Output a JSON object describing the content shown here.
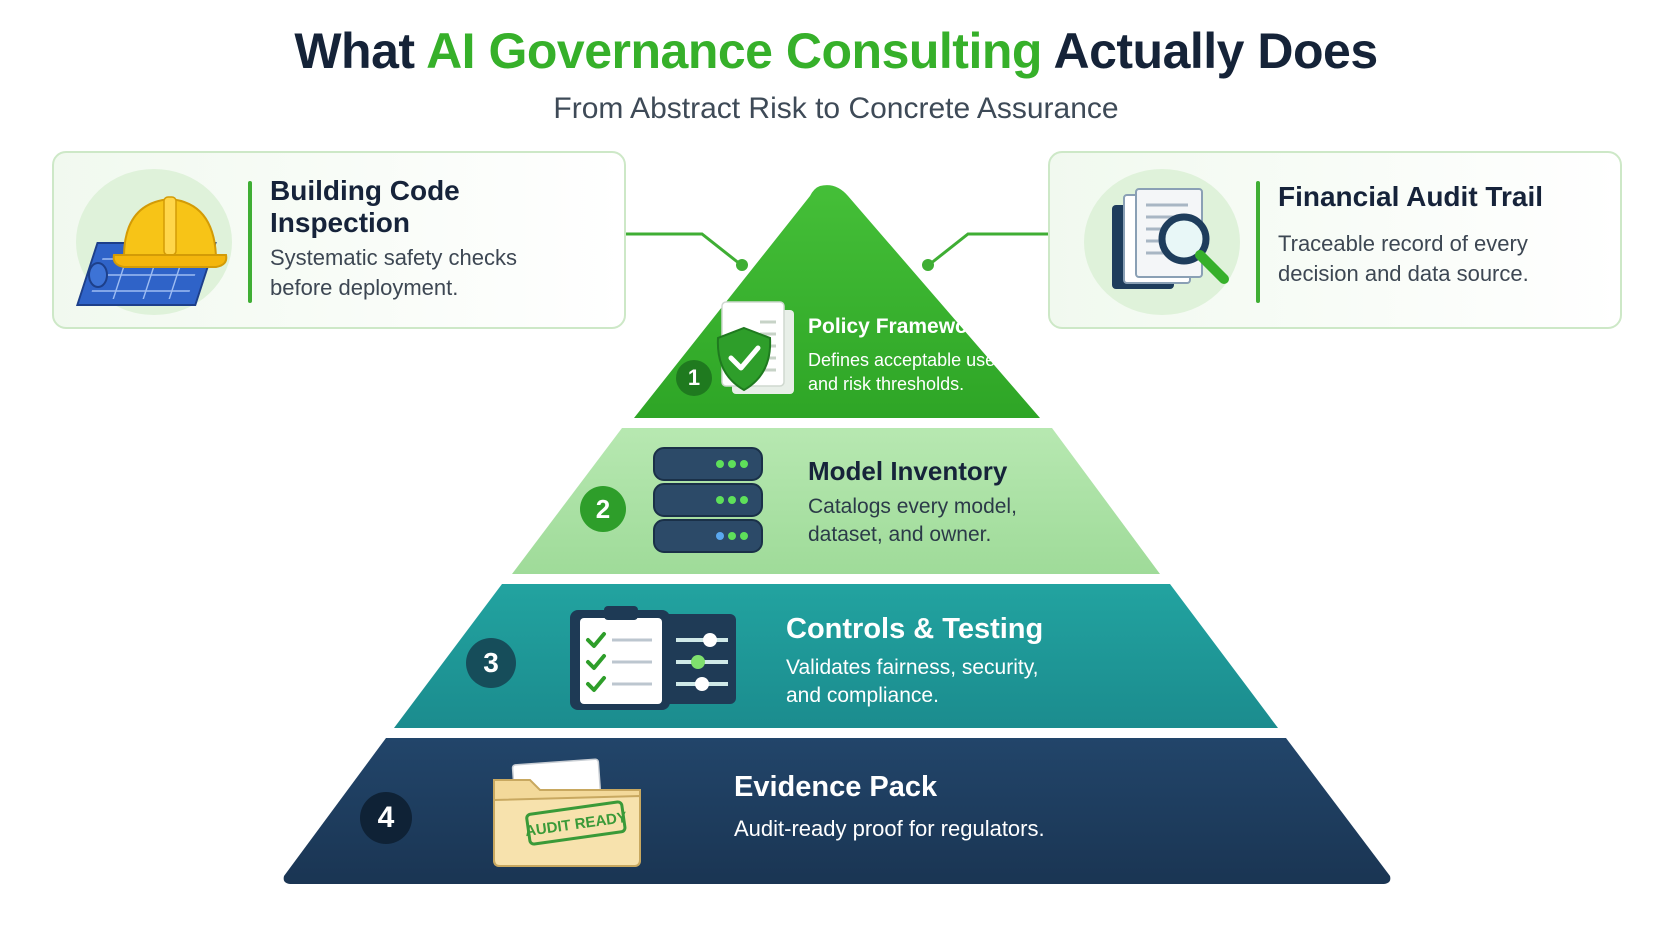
{
  "header": {
    "title_part1": "What ",
    "title_accent": "AI Governance Consulting",
    "title_part2": " Actually Does",
    "subtitle": "From Abstract Risk to Concrete Assurance"
  },
  "cards": {
    "left": {
      "title_line1": "Building Code",
      "title_line2": "Inspection",
      "desc_line1": "Systematic safety checks",
      "desc_line2": "before deployment.",
      "icon": "hardhat-blueprint-icon"
    },
    "right": {
      "title": "Financial Audit Trail",
      "desc_line1": "Traceable record of every",
      "desc_line2": "decision and data source.",
      "icon": "document-magnifier-icon"
    }
  },
  "layers": [
    {
      "number": "1",
      "title": "Policy Framewok",
      "desc_line1": "Defines acceptable use",
      "desc_line2": "and risk thresholds.",
      "icon": "shield-document-icon",
      "color": "#36b02a"
    },
    {
      "number": "2",
      "title": "Model Inventory",
      "desc_line1": "Catalogs every model,",
      "desc_line2": "dataset, and owner.",
      "icon": "server-stack-icon",
      "color": "#a8e0a3"
    },
    {
      "number": "3",
      "title": "Controls & Testing",
      "desc_line1": "Validates fairness, security,",
      "desc_line2": "and compliance.",
      "icon": "checklist-sliders-icon",
      "color": "#1f9696"
    },
    {
      "number": "4",
      "title": "Evidence Pack",
      "desc_line1": "Audit-ready proof for regulators.",
      "stamp_text": "AUDIT READY",
      "icon": "folder-stamp-icon",
      "color": "#1e3d5c"
    }
  ],
  "colors": {
    "accent_green": "#36b02a",
    "navy": "#152338"
  }
}
